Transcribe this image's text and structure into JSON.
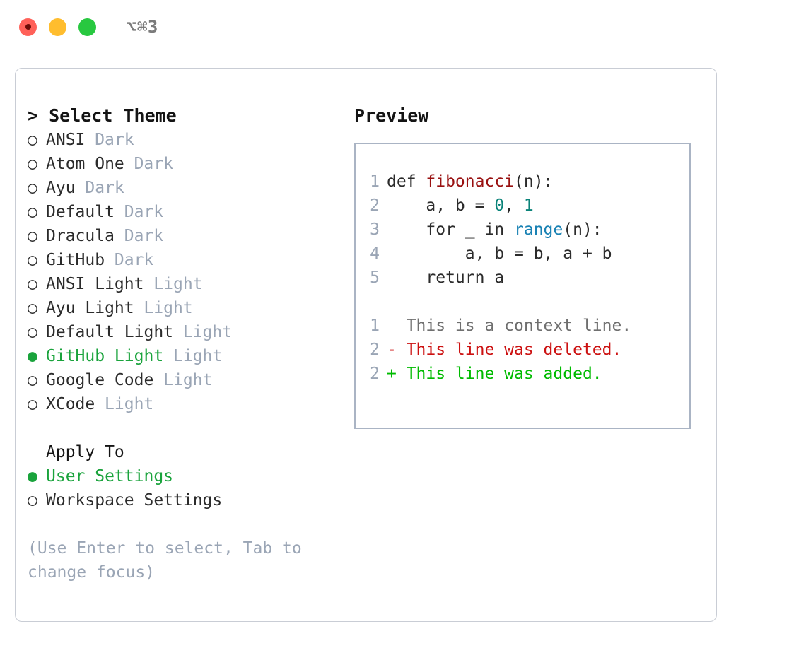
{
  "titlebar": {
    "shortcut": "⌥⌘3",
    "buttons": [
      {
        "name": "close",
        "color": "#ff6159"
      },
      {
        "name": "minimize",
        "color": "#ffbd2e"
      },
      {
        "name": "maximize",
        "color": "#28c840"
      }
    ]
  },
  "colors": {
    "selected_green": "#1aa33c",
    "muted_tag": "#9aa5b5",
    "text": "#2b2b2b",
    "panel_border": "#c9cdd5",
    "preview_border": "#aab4c4",
    "syntax_function": "#991111",
    "syntax_number": "#0a8379",
    "syntax_call": "#1a82b4",
    "diff_deleted": "#cc1111",
    "diff_added": "#00bb00",
    "diff_context": "#6f6f6f"
  },
  "theme_section": {
    "title": "> Select Theme",
    "bullet_selected": "●",
    "bullet_unselected": "○",
    "items": [
      {
        "name": "ANSI",
        "tag": "Dark",
        "selected": false
      },
      {
        "name": "Atom One",
        "tag": "Dark",
        "selected": false
      },
      {
        "name": "Ayu",
        "tag": "Dark",
        "selected": false
      },
      {
        "name": "Default",
        "tag": "Dark",
        "selected": false
      },
      {
        "name": "Dracula",
        "tag": "Dark",
        "selected": false
      },
      {
        "name": "GitHub",
        "tag": "Dark",
        "selected": false
      },
      {
        "name": "ANSI Light",
        "tag": "Light",
        "selected": false
      },
      {
        "name": "Ayu Light",
        "tag": "Light",
        "selected": false
      },
      {
        "name": "Default Light",
        "tag": "Light",
        "selected": false
      },
      {
        "name": "GitHub Light",
        "tag": "Light",
        "selected": true
      },
      {
        "name": "Google Code",
        "tag": "Light",
        "selected": false
      },
      {
        "name": "XCode",
        "tag": "Light",
        "selected": false
      }
    ]
  },
  "apply_section": {
    "title": "Apply To",
    "items": [
      {
        "name": "User Settings",
        "selected": true
      },
      {
        "name": "Workspace Settings",
        "selected": false
      }
    ]
  },
  "hint": "(Use Enter to select, Tab to change focus)",
  "preview": {
    "label": "Preview",
    "code_lines": [
      {
        "lineno": "1",
        "segments": [
          {
            "text": "def ",
            "type": "plain"
          },
          {
            "text": "fibonacci",
            "type": "function"
          },
          {
            "text": "(n):",
            "type": "plain"
          }
        ]
      },
      {
        "lineno": "2",
        "segments": [
          {
            "text": "    a, b = ",
            "type": "plain"
          },
          {
            "text": "0",
            "type": "number"
          },
          {
            "text": ", ",
            "type": "plain"
          },
          {
            "text": "1",
            "type": "number"
          }
        ]
      },
      {
        "lineno": "3",
        "segments": [
          {
            "text": "    for _ in ",
            "type": "plain"
          },
          {
            "text": "range",
            "type": "call"
          },
          {
            "text": "(n):",
            "type": "plain"
          }
        ]
      },
      {
        "lineno": "4",
        "segments": [
          {
            "text": "        a, b = b, a + b",
            "type": "plain"
          }
        ]
      },
      {
        "lineno": "5",
        "segments": [
          {
            "text": "    return a",
            "type": "plain"
          }
        ]
      }
    ],
    "diff_lines": [
      {
        "lineno": "1",
        "marker": " ",
        "text": "  This is a context line.",
        "type": "context"
      },
      {
        "lineno": "2",
        "marker": " ",
        "text": "- This line was deleted.",
        "type": "deleted"
      },
      {
        "lineno": "2",
        "marker": " ",
        "text": "+ This line was added.",
        "type": "added"
      }
    ]
  }
}
